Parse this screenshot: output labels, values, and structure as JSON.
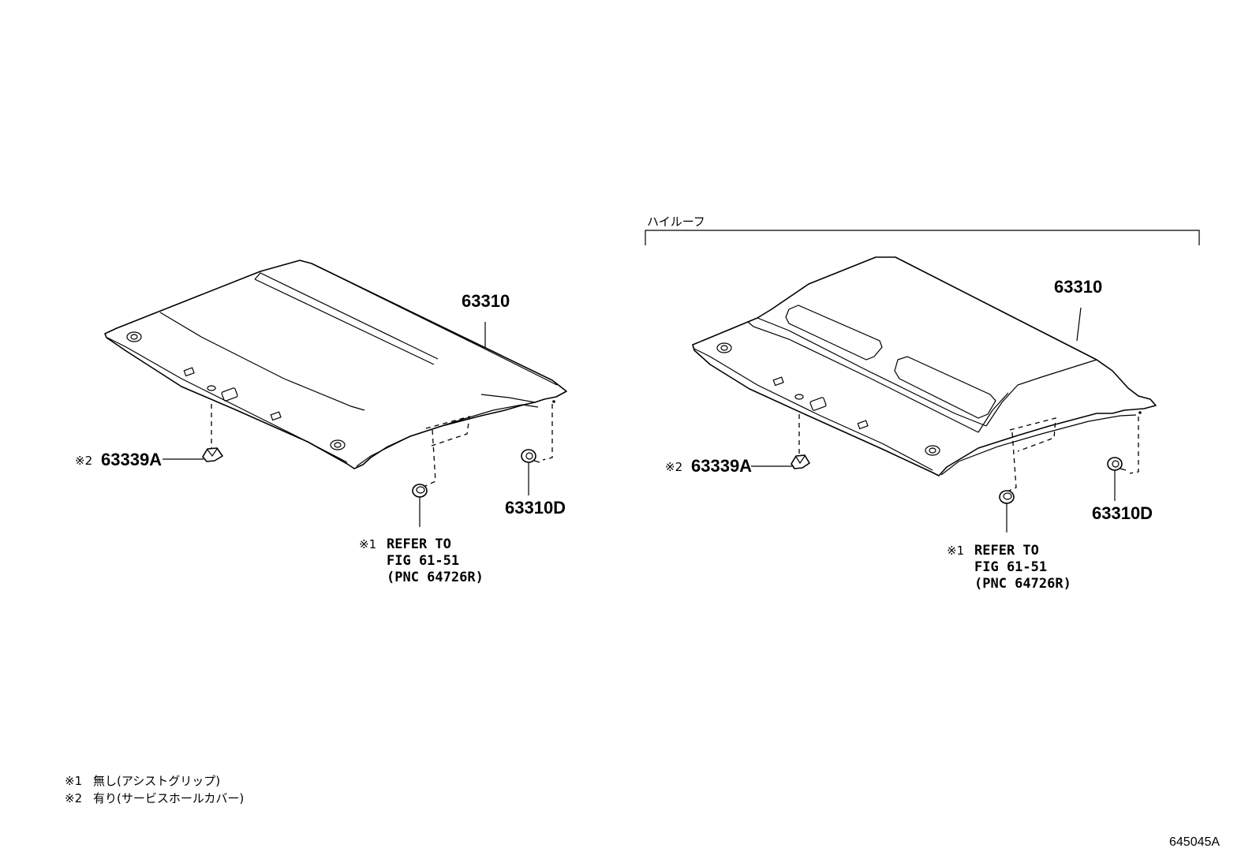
{
  "left": {
    "headliner_part": "63310",
    "clip_part": "63339A",
    "clip_mark": "※2",
    "pin_part": "63310D",
    "refer_mark": "※1",
    "refer_lines": [
      "REFER TO",
      "FIG 61-51",
      "(PNC 64726R)"
    ]
  },
  "right": {
    "group_label": "ハイルーフ",
    "headliner_part": "63310",
    "clip_part": "63339A",
    "clip_mark": "※2",
    "pin_part": "63310D",
    "refer_mark": "※1",
    "refer_lines": [
      "REFER TO",
      "FIG 61-51",
      "(PNC 64726R)"
    ]
  },
  "notes": [
    {
      "mark": "※1",
      "text": "無し(アシストグリップ)"
    },
    {
      "mark": "※2",
      "text": "有り(サービスホールカバー)"
    }
  ],
  "figure_number": "645045A"
}
